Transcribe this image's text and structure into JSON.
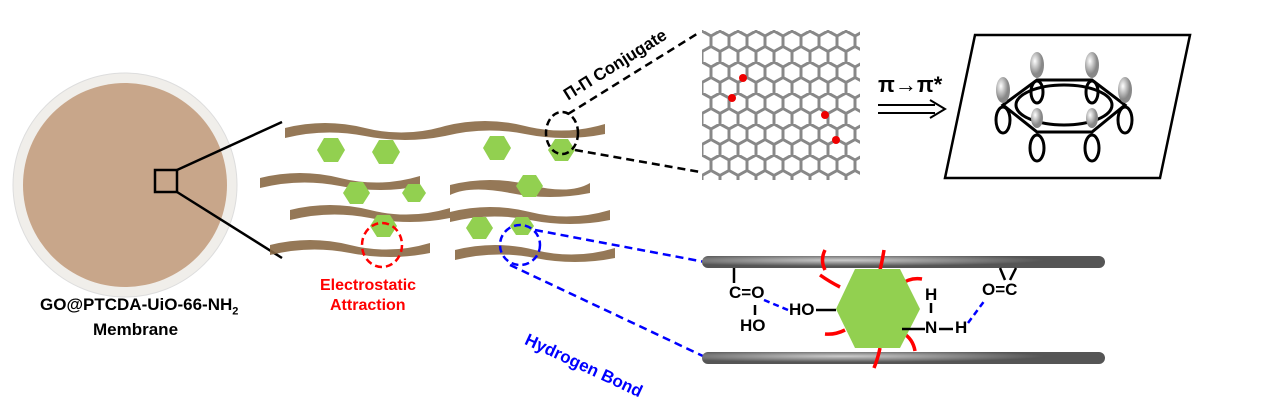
{
  "membrane": {
    "name_main": "GO@PTCDA-UiO-66-NH",
    "name_sub": "2",
    "name_line2": "Membrane"
  },
  "labels": {
    "electrostatic_1": "Electrostatic",
    "electrostatic_2": "Attraction",
    "hydrogen_bond": "Hydrogen Bond",
    "pi_conjugate": "Π-Π Conjugate",
    "transition": "π→π*"
  },
  "chemistry": {
    "carboxyl_top": "C=O",
    "carboxyl_oh": "HO",
    "hydroxyl": "HO",
    "amine_h_top": "H",
    "amine_n": "N",
    "amine_h_right": "H",
    "carbonyl": "O=C"
  },
  "colors": {
    "membrane": "#c8a68a",
    "sheet": "#8a6a45",
    "mof": "#92d050",
    "red": "#ff0000",
    "blue": "#0000ff",
    "carbon": "#777777"
  }
}
